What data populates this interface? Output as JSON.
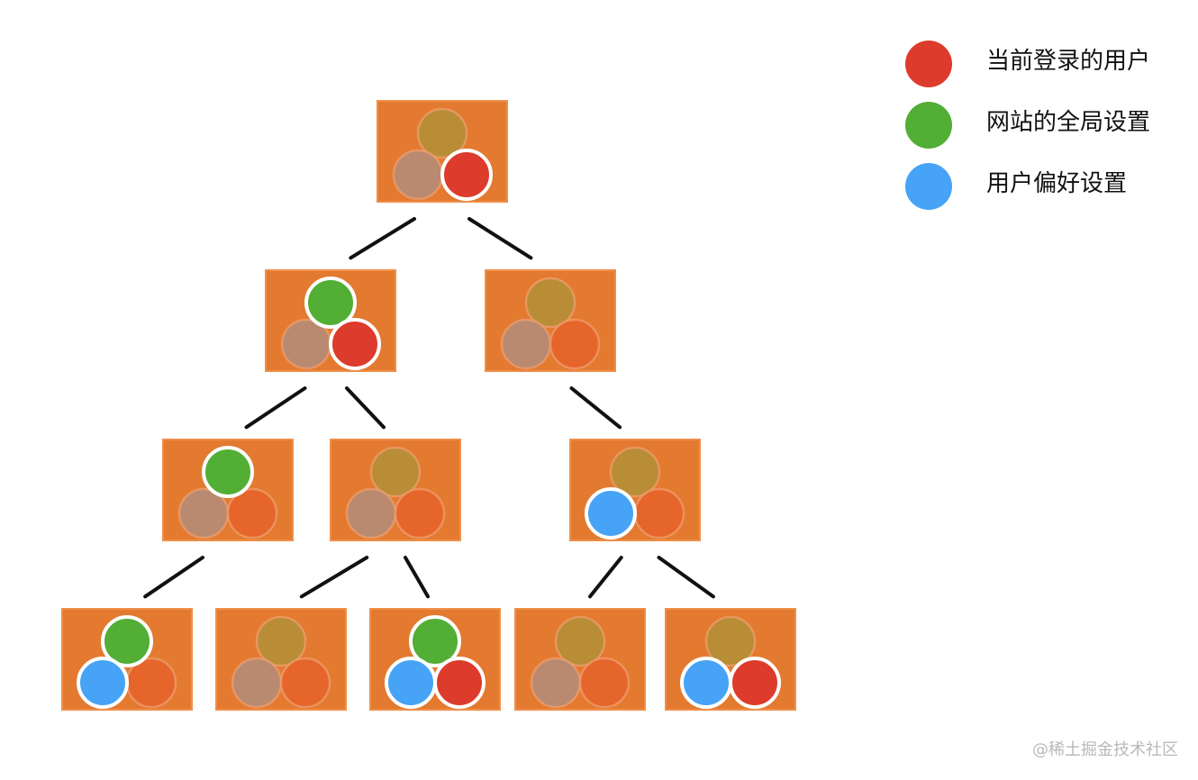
{
  "colors": {
    "user": "#dd3b2b",
    "global": "#52ae35",
    "preference": "#46a3f6",
    "box": "#e37a30",
    "box_edge": "#ef8f4a",
    "inactive_top": "#b88d36",
    "inactive_left": "#b98a6f",
    "inactive_right": "#e5652b",
    "line": "#111111"
  },
  "legend": [
    {
      "key": "user",
      "icon": "red-dot",
      "label": "当前登录的用户"
    },
    {
      "key": "global",
      "icon": "green-dot",
      "label": "网站的全局设置"
    },
    {
      "key": "preference",
      "icon": "blue-dot",
      "label": "用户偏好设置"
    }
  ],
  "tree": {
    "nodes": [
      {
        "id": "root",
        "active": [
          "user"
        ]
      },
      {
        "id": "l1-left",
        "active": [
          "global",
          "user"
        ]
      },
      {
        "id": "l1-right",
        "active": []
      },
      {
        "id": "l2-a",
        "active": [
          "global"
        ]
      },
      {
        "id": "l2-b",
        "active": []
      },
      {
        "id": "l2-c",
        "active": [
          "preference"
        ]
      },
      {
        "id": "l3-a",
        "active": [
          "global",
          "preference"
        ]
      },
      {
        "id": "l3-b",
        "active": []
      },
      {
        "id": "l3-c",
        "active": [
          "global",
          "preference",
          "user"
        ]
      },
      {
        "id": "l3-d",
        "active": []
      },
      {
        "id": "l3-e",
        "active": [
          "preference",
          "user"
        ]
      }
    ],
    "edges": [
      [
        "root",
        "l1-left"
      ],
      [
        "root",
        "l1-right"
      ],
      [
        "l1-left",
        "l2-a"
      ],
      [
        "l1-left",
        "l2-b"
      ],
      [
        "l1-right",
        "l2-c"
      ],
      [
        "l2-a",
        "l3-a"
      ],
      [
        "l2-b",
        "l3-b"
      ],
      [
        "l2-b",
        "l3-c"
      ],
      [
        "l2-c",
        "l3-d"
      ],
      [
        "l2-c",
        "l3-e"
      ]
    ]
  },
  "watermark": "@稀土掘金技术社区"
}
